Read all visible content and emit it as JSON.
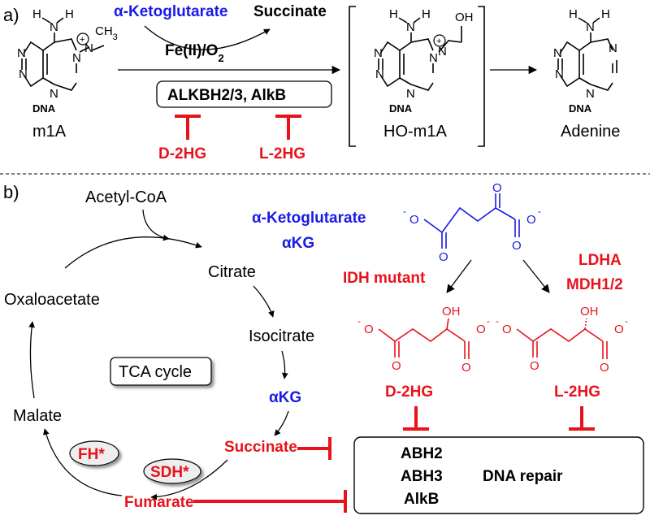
{
  "panel_a": {
    "label": "a)",
    "substrate_label": "m1A",
    "intermediate_label": "HO-m1A",
    "product_label": "Adenine",
    "cosubstrate": "α-Ketoglutarate",
    "coproduct": "Succinate",
    "cofactor_main": "Fe(II)/O",
    "cofactor_sub": "2",
    "enzyme_box": "ALKBH2/3, AlkB",
    "inhibitor_left": "D-2HG",
    "inhibitor_right": "L-2HG",
    "atom_N": "N",
    "atom_H": "H",
    "atom_OH": "OH",
    "atom_CH3": "CH",
    "atom_CH3_sub": "3",
    "plus": "+",
    "dna": "DNA"
  },
  "panel_b": {
    "label": "b)",
    "tca": {
      "acetyl_coa": "Acetyl-CoA",
      "citrate": "Citrate",
      "isocitrate": "Isocitrate",
      "akg": "αKG",
      "succinate": "Succinate",
      "fumarate": "Fumarate",
      "malate": "Malate",
      "oxaloacetate": "Oxaloacetate",
      "cycle_label": "TCA cycle",
      "fh": "FH*",
      "sdh": "SDH*"
    },
    "akg_title": "α-Ketoglutarate",
    "akg_abbrev": "αKG",
    "idh": "IDH mutant",
    "ldha": "LDHA",
    "mdh": "MDH1/2",
    "d2hg": "D-2HG",
    "l2hg": "L-2HG",
    "atom_O": "O",
    "atom_minus": "-",
    "atom_OH": "OH",
    "repair_enzymes": [
      "ABH2",
      "ABH3",
      "AlkB"
    ],
    "repair_label": "DNA repair"
  },
  "colors": {
    "blue": "#1a1ae6",
    "red": "#e8121b",
    "black": "#000000",
    "pill_fill": "#eeeeee"
  }
}
